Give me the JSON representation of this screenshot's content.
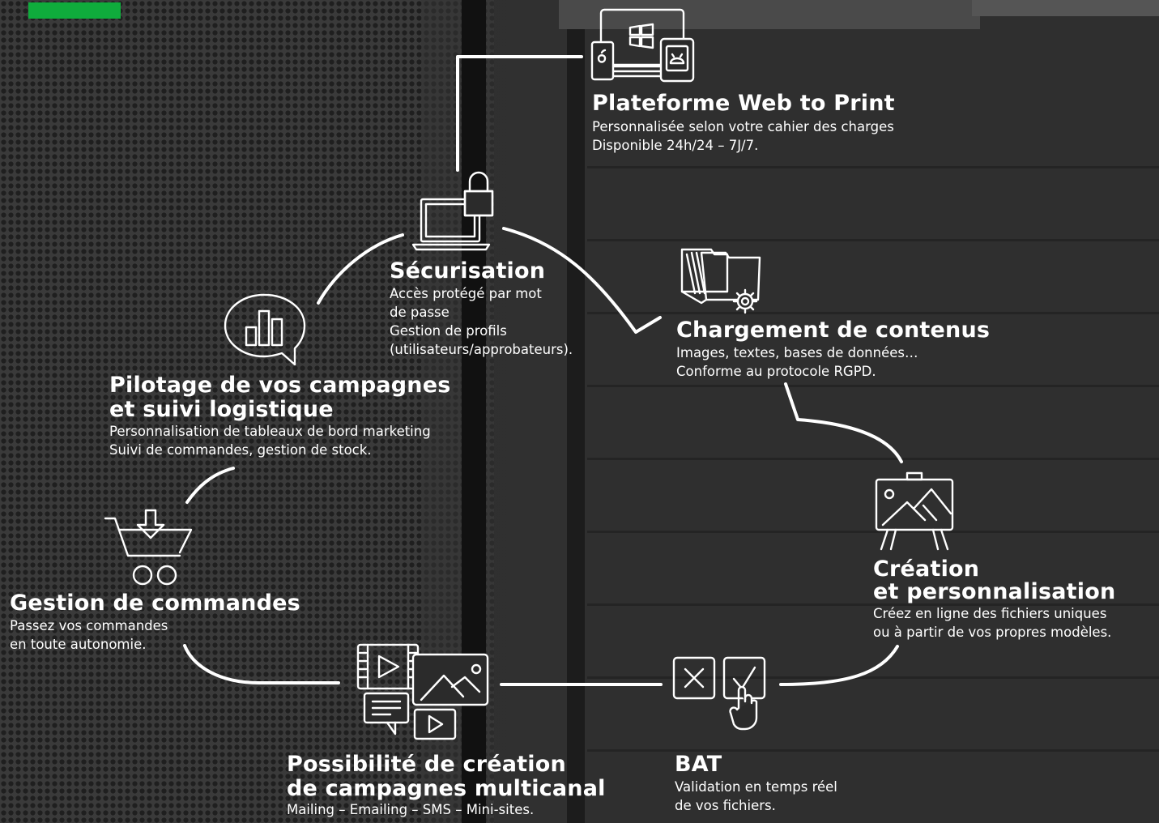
{
  "colors": {
    "accent": "#0fac3c",
    "text": "#ffffff",
    "background": "#2b2b2b"
  },
  "steps": {
    "web_to_print": {
      "icon": "multi-device-icon",
      "title": "Plateforme Web to Print",
      "lines": [
        "Personnalisée selon votre cahier des charges",
        "Disponible 24h/24 – 7J/7."
      ]
    },
    "securisation": {
      "icon": "laptop-lock-icon",
      "title": "Sécurisation",
      "lines": [
        "Accès protégé par mot",
        "de passe",
        "Gestion de profils",
        "(utilisateurs/approbateurs)."
      ]
    },
    "chargement": {
      "icon": "folder-gear-icon",
      "title": "Chargement de contenus",
      "lines": [
        "Images, textes, bases de données…",
        "Conforme au protocole RGPD."
      ]
    },
    "creation": {
      "icon": "easel-picture-icon",
      "title_lines": [
        "Création",
        "et personnalisation"
      ],
      "lines": [
        "Créez en ligne des fichiers uniques",
        "ou à partir de vos propres modèles."
      ]
    },
    "bat": {
      "icon": "validation-checkbox-icon",
      "title": "BAT",
      "lines": [
        "Validation en temps réel",
        "de vos fichiers."
      ]
    },
    "multicanal": {
      "icon": "multimedia-icon",
      "title_lines": [
        "Possibilité de création",
        "de campagnes multicanal"
      ],
      "lines": [
        "Mailing – Emailing – SMS – Mini-sites."
      ]
    },
    "commandes": {
      "icon": "shopping-cart-icon",
      "title": "Gestion de commandes",
      "lines": [
        "Passez vos commandes",
        "en toute autonomie."
      ]
    },
    "pilotage": {
      "icon": "chart-bubble-icon",
      "title_lines": [
        "Pilotage de vos campagnes",
        "et suivi logistique"
      ],
      "lines": [
        "Personnalisation de tableaux de bord marketing",
        "Suivi de commandes, gestion de stock."
      ]
    }
  }
}
